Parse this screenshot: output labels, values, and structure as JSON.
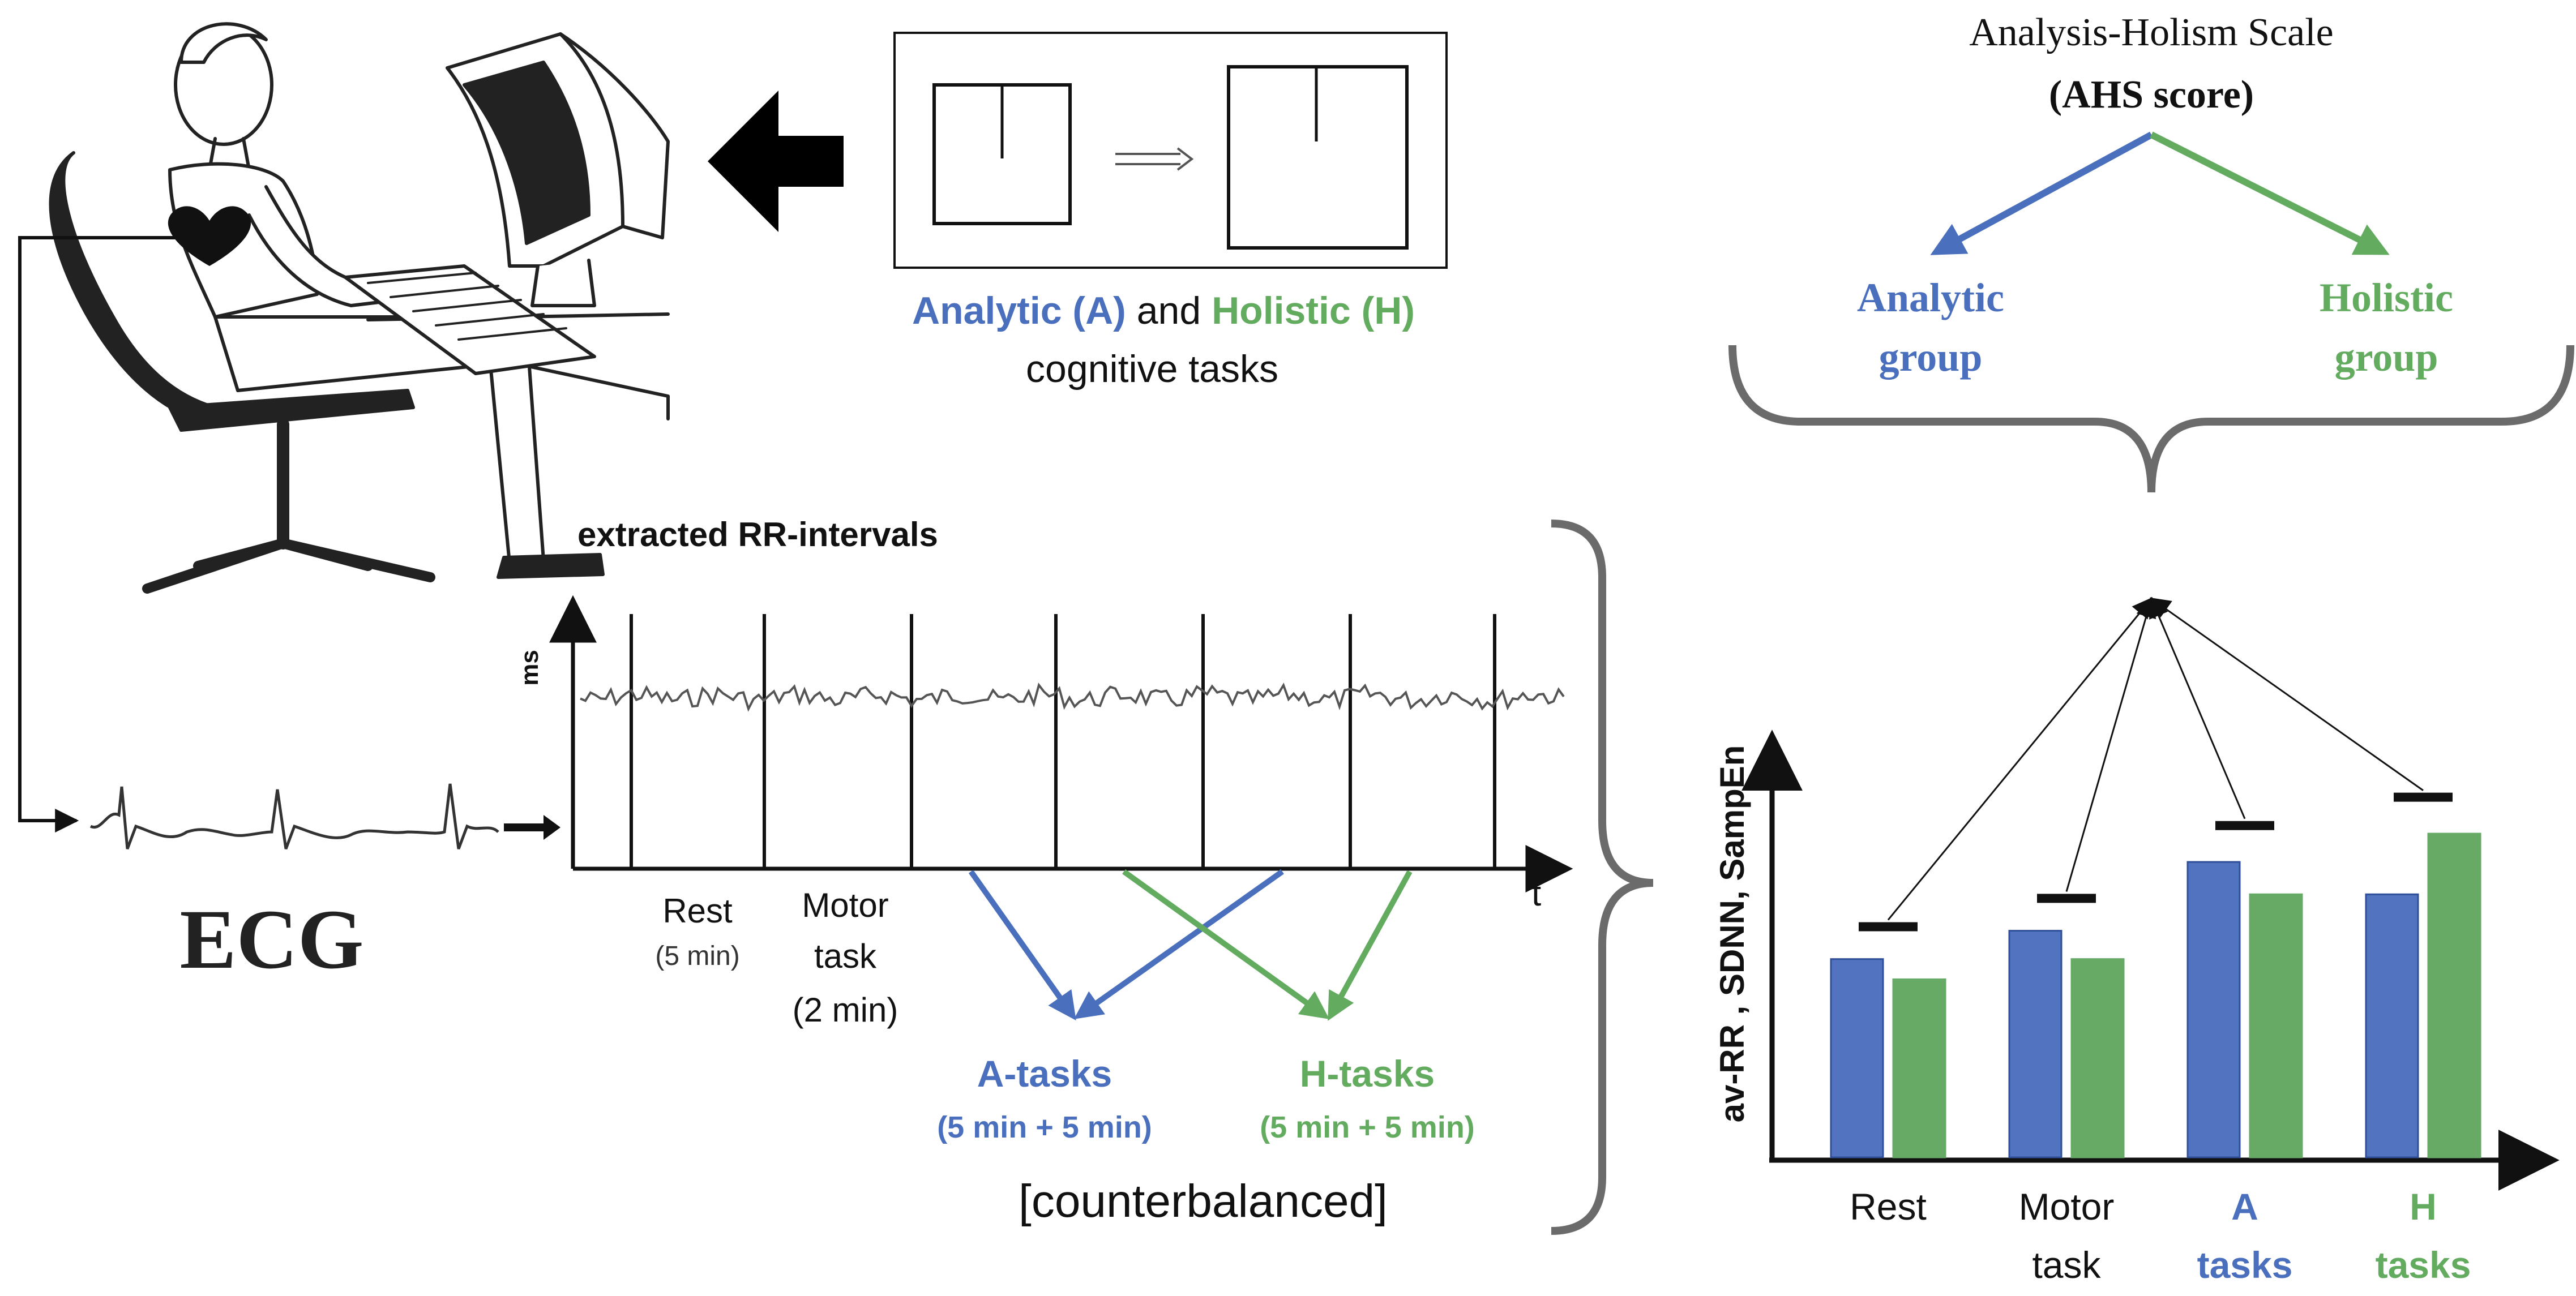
{
  "colors": {
    "analytic": "#4a6fbd",
    "holistic": "#62ab5f",
    "analytic_bar": "#5274c0",
    "holistic_bar": "#66aa66",
    "ink": "#111111",
    "bracket": "#6b6b6b"
  },
  "tasks_box": {
    "analytic_label": "Analytic (A)",
    "and_word": " and ",
    "holistic_label": "Holistic (H)",
    "caption": "cognitive tasks"
  },
  "ahs": {
    "title": "Analysis-Holism Scale",
    "score_label": "(AHS score)",
    "analytic_line1": "Analytic",
    "analytic_line2": "group",
    "holistic_line1": "Holistic",
    "holistic_line2": "group"
  },
  "ecg": {
    "label": "ECG"
  },
  "rr_panel": {
    "title": "extracted RR-intervals",
    "y_axis": "ms",
    "x_axis": "t",
    "rest_label": "Rest",
    "rest_duration": "(5 min)",
    "motor_line1": "Motor",
    "motor_line2": "task",
    "motor_duration": "(2 min)",
    "a_tasks": "A-tasks",
    "a_duration": "(5 min + 5 min)",
    "h_tasks": "H-tasks",
    "h_duration": "(5 min + 5 min)",
    "counterbalanced": "[counterbalanced]"
  },
  "chart_data": {
    "type": "bar",
    "ylabel": "av-RR , SDNN, SampEn",
    "categories": [
      {
        "line1": "Rest",
        "line2": "",
        "color": "ink"
      },
      {
        "line1": "Motor",
        "line2": "task",
        "color": "ink"
      },
      {
        "line1": "A",
        "line2": "tasks",
        "color": "analytic"
      },
      {
        "line1": "H",
        "line2": "tasks",
        "color": "holistic"
      }
    ],
    "series": [
      {
        "group": "analytic",
        "values": [
          49,
          56,
          73,
          65
        ]
      },
      {
        "group": "holistic",
        "values": [
          44,
          49,
          65,
          80
        ]
      }
    ],
    "group_markers": [
      57,
      64,
      82,
      89
    ],
    "ylim": [
      0,
      100
    ]
  }
}
